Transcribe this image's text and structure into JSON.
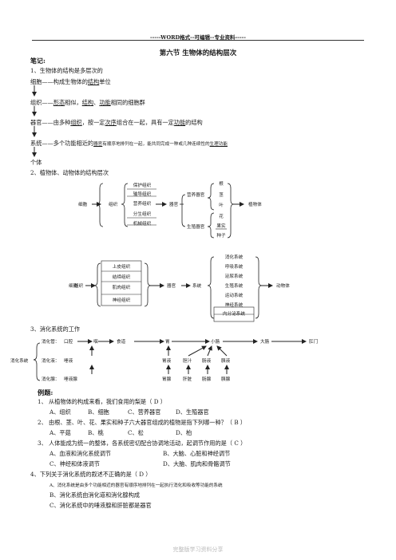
{
  "header": "-----WORD格式--可编辑--专业资料-----",
  "title": "第六节    生物体的结构层次",
  "notes_label": "笔记:",
  "s1_heading": "1、生物体的结构是多层次的",
  "cell": {
    "a": "细胞——构成生物体的",
    "b": "结构",
    "c": "单位"
  },
  "tissue": {
    "a": "组织——",
    "b": "形态",
    "c": "相似，",
    "d": "结构",
    "e": "、",
    "f": "功能",
    "g": "相同的细胞群"
  },
  "organ": {
    "a": "器官——由多种",
    "b": "组织",
    "c": "，按一定",
    "d": "次序",
    "e": "组合在一起，具有一定",
    "f": "功能",
    "g": "的结构"
  },
  "system": {
    "a": "系统——多个功能相近的",
    "b": "器官",
    "c": "有顺序地排列在一起，能共同完成一种或几种连续性的",
    "d": "生理功能"
  },
  "individual": "个体",
  "s2_heading": "2、植物体、动物体的结构层次",
  "plant": {
    "cell": "细胞",
    "tissue": "组织",
    "organ": "器官",
    "organism": "植物体",
    "tissues": [
      "保护组织",
      "输导组织",
      "营养组织",
      "分生组织",
      "机械组织"
    ],
    "veg_organ": "营养器官",
    "rep_organ": "生殖器官",
    "veg_parts": [
      "根",
      "茎",
      "叶"
    ],
    "rep_parts": [
      "花",
      "果实",
      "种子"
    ]
  },
  "animal": {
    "cell": "细胞",
    "tissue": "组织",
    "organ": "器官",
    "system": "系统",
    "organism": "动物体",
    "tissues": [
      "上皮组织",
      "结缔组织",
      "肌肉组织",
      "神经组织"
    ],
    "systems": [
      "消化系统",
      "呼吸系统",
      "泌尿系统",
      "生殖系统",
      "运动系统",
      "神经系统",
      "内分泌系统"
    ]
  },
  "s3_heading": "3、消化系统的工作",
  "digest": {
    "system": "消化系统",
    "tract_label": "消化管：",
    "tract": [
      "口腔",
      "咽",
      "食道",
      "胃",
      "小肠",
      "大肠",
      "肛门"
    ],
    "juice_label": "消化液：",
    "juices": [
      "唾液",
      "胃液",
      "胆汁",
      "肠液",
      "胰液"
    ],
    "gland_label": "消化腺：",
    "glands": [
      "唾液腺",
      "胃腺",
      "肝脏",
      "肠腺",
      "胰腺"
    ]
  },
  "ex_heading": "例题:",
  "questions": [
    {
      "q": "1、 从植物体的构成来看，我们食用的梨是（   D   ）",
      "opts": [
        "A、组织",
        "B、细胞",
        "C、营养器官",
        "D、生殖器官"
      ]
    },
    {
      "q": "2、 由根、茎、叶、花、果实和种子六大器官组成的植物是指下列哪一种？（    B    ）",
      "opts": [
        "A、平菇",
        "B、桃",
        "C、松",
        "D、柏"
      ]
    },
    {
      "q": "3、 人体能成为统一的整体，各系统密切配合协调地活动，起调节作用的是（    C    ）",
      "opts": [
        "A、血液和消化系统调节",
        "B、大脑、心脏和神经调节",
        "C、神经和体液调节",
        "D、大脑、肌肉和骨骼调节"
      ]
    },
    {
      "q": "4、下列关于消化系统的叙述不正确的是（   D    ）",
      "opts": [
        "A、消化系统是由多个功能相近的器官有顺序地排列在一起执行消化和吸收等功能的系统",
        "B、消化系统由消化道和消化腺构成",
        "C、消化系统中的唾液腺和肝脏都是器官"
      ]
    }
  ],
  "footer": "完整版学习资料分享"
}
